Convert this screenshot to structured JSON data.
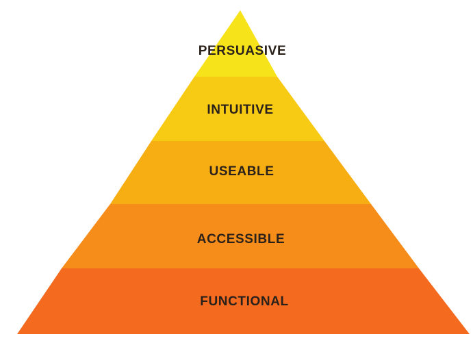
{
  "pyramid": {
    "tiers": [
      {
        "label": "PERSUASIVE",
        "color": "#f7e31a"
      },
      {
        "label": "INTUITIVE",
        "color": "#f7ca13"
      },
      {
        "label": "USEABLE",
        "color": "#f6ae13"
      },
      {
        "label": "ACCESSIBLE",
        "color": "#f68c19"
      },
      {
        "label": "FUNCTIONAL",
        "color": "#f46b20"
      }
    ]
  }
}
